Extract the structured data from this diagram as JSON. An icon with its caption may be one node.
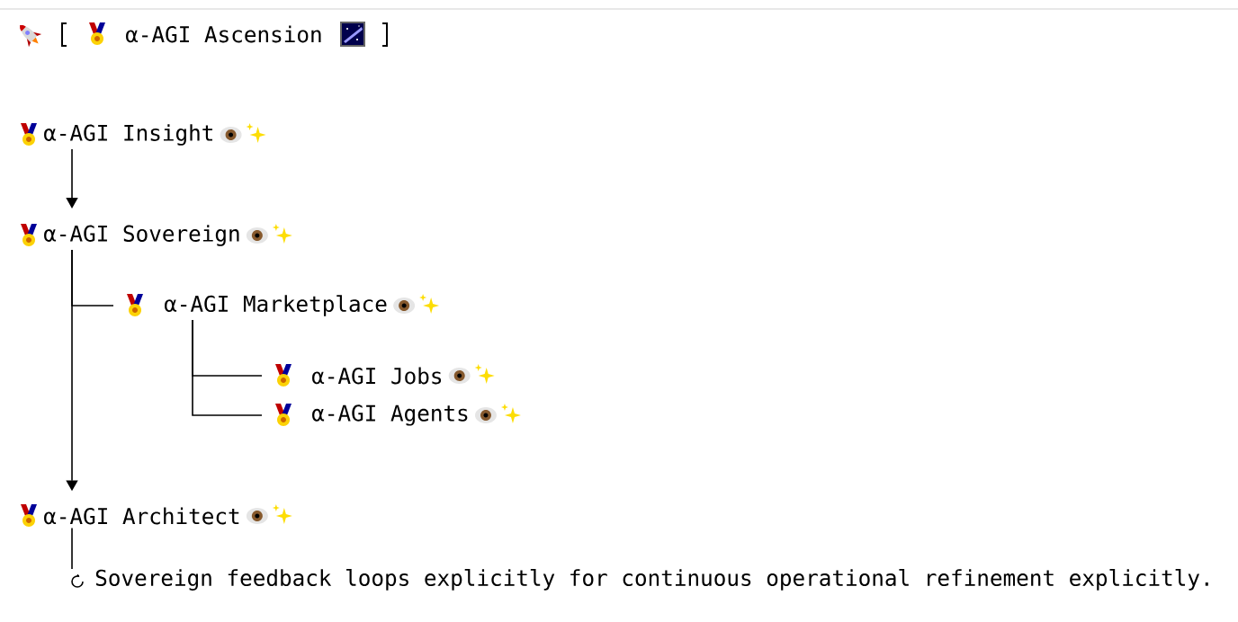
{
  "diagram": {
    "title": "α-AGI Ascension",
    "nodes": [
      {
        "text": [
          "α-AGI Insight"
        ]
      },
      {
        "text": [
          "α-AGI Sovereign"
        ]
      },
      {
        "text": [
          "α-AGI Marketplace"
        ]
      },
      {
        "text": [
          "α-AGI Jobs"
        ]
      },
      {
        "text": [
          "α-AGI Agents"
        ]
      },
      {
        "text": [
          "α-AGI Architect"
        ]
      },
      {
        "text": [
          "Sovereign feedback loops explicitly for continuous operational refinement explicitly."
        ]
      }
    ],
    "edges": [
      {
        "from": 0,
        "to": 1,
        "arrow": "to"
      },
      {
        "from": 1,
        "to": 2,
        "arrow": "none"
      },
      {
        "from": 2,
        "to": 3,
        "arrow": "none"
      },
      {
        "from": 2,
        "to": 4,
        "arrow": "none"
      },
      {
        "from": 1,
        "to": 5,
        "arrow": "to"
      },
      {
        "from": 5,
        "to": 6,
        "arrow": "none"
      }
    ]
  }
}
